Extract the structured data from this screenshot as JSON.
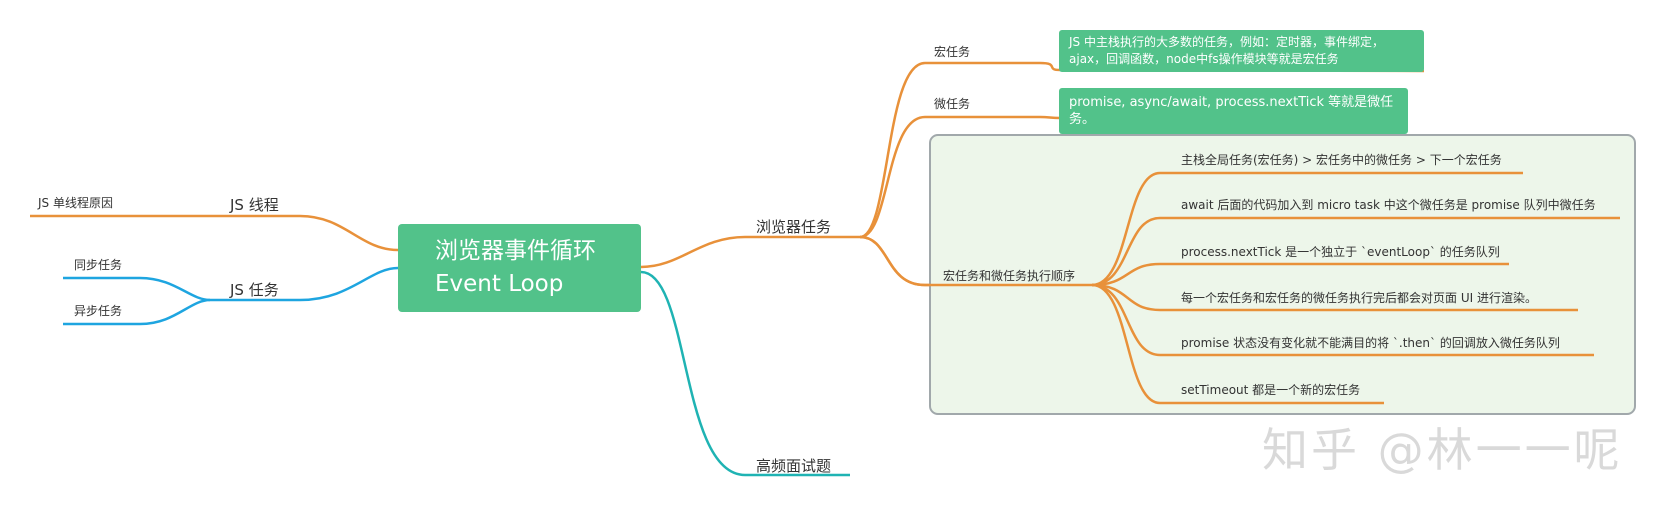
{
  "root": {
    "line1": "浏览器事件循环",
    "line2": "Event Loop"
  },
  "left": {
    "js_thread": {
      "label": "JS 线程",
      "children": [
        "JS 单线程原因"
      ]
    },
    "js_task": {
      "label": "JS 任务",
      "children": [
        "同步任务",
        "异步任务"
      ]
    }
  },
  "right": {
    "browser_task": {
      "label": "浏览器任务",
      "macro": {
        "label": "宏任务",
        "note": [
          "JS 中主栈执行的大多数的任务，例如：定时器，事件绑定，",
          "ajax，回调函数，node中fs操作模块等就是宏任务"
        ]
      },
      "micro": {
        "label": "微任务",
        "note": "promise, async/await, process.nextTick 等就是微任务。"
      },
      "order": {
        "label": "宏任务和微任务执行顺序",
        "items": [
          "主栈全局任务(宏任务) > 宏任务中的微任务 > 下一个宏任务",
          "await 后面的代码加入到 micro task 中这个微任务是 promise 队列中微任务",
          "process.nextTick 是一个独立于 `eventLoop` 的任务队列",
          "每一个宏任务和宏任务的微任务执行完后都会对页面 UI 进行渲染。",
          "promise 状态没有变化就不能满目的将 `.then` 的回调放入微任务队列",
          "setTimeout 都是一个新的宏任务"
        ]
      }
    },
    "interview": {
      "label": "高频面试题"
    }
  },
  "watermark": "知乎 @林一一呢",
  "colors": {
    "root": "#52c28a",
    "orange": "#e8913a",
    "blue": "#1ea5e0",
    "teal": "#1fb3b3",
    "group_bg": "#edf6ea",
    "group_border": "#a1a8ab"
  }
}
